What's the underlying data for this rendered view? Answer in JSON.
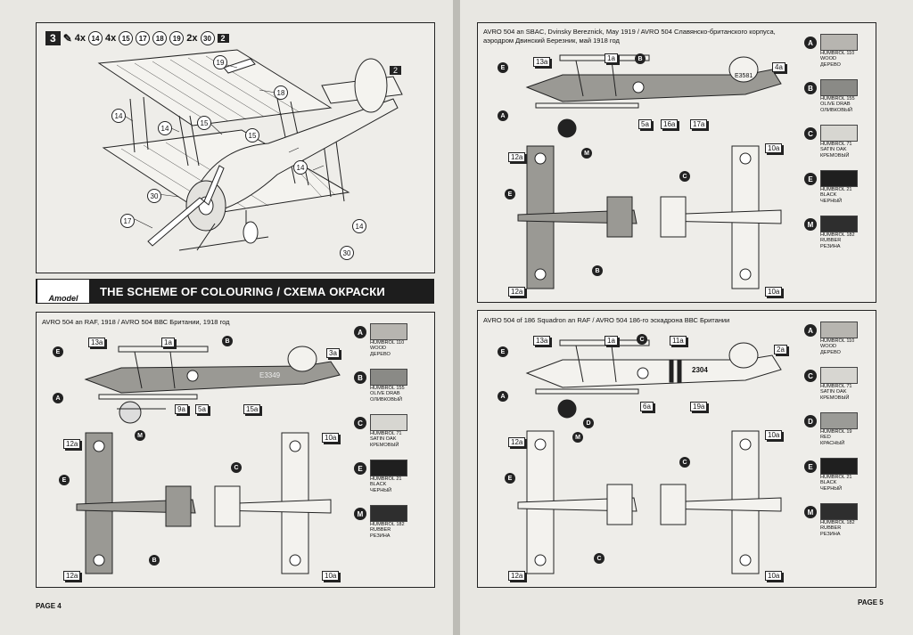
{
  "pages": {
    "left_label": "PAGE 4",
    "right_label": "PAGE 5"
  },
  "step": {
    "number": "3",
    "parts_line": [
      {
        "qty": "4x",
        "parts": [
          "14"
        ]
      },
      {
        "qty": "4x",
        "parts": [
          "15",
          "17",
          "18",
          "19"
        ]
      },
      {
        "qty": "2x",
        "parts": [
          "30"
        ]
      }
    ],
    "end_badge": "2",
    "diagram_callouts": [
      "19",
      "18",
      "14",
      "15",
      "15",
      "14",
      "14",
      "17",
      "30",
      "30",
      "14"
    ],
    "diagram_badge": "2"
  },
  "scheme": {
    "logo": "Amodel",
    "title": "THE SCHEME OF COLOURING / СХЕМА ОКРАСКИ"
  },
  "schemes": [
    {
      "id": "rfc-1918",
      "caption": "AVRO 504 an RAF, 1918 / AVRO 504 ВВС Британии, 1918 год",
      "serial": "E3349",
      "legend": [
        {
          "key": "A",
          "line1": "HUMBROL 110",
          "line2": "WOOD",
          "line3": "ДЕРЕВО",
          "color": "#b7b5b0"
        },
        {
          "key": "B",
          "line1": "HUMBROL 155",
          "line2": "OLIVE DRAB",
          "line3": "ОЛИВКОВЫЙ",
          "color": "#8a8a86"
        },
        {
          "key": "C",
          "line1": "HUMBROL 71",
          "line2": "SATIN OAK",
          "line3": "КРЕМОВЫЙ",
          "color": "#d7d6d1"
        },
        {
          "key": "E",
          "line1": "HUMBROL 21",
          "line2": "BLACK",
          "line3": "ЧЕРНЫЙ",
          "color": "#1f1f1f"
        },
        {
          "key": "M",
          "line1": "HUMBROL 182",
          "line2": "RUBBER",
          "line3": "РЕЗИНА",
          "color": "#2e2e2e"
        }
      ],
      "decals": [
        "13a",
        "1a",
        "3a",
        "9a",
        "5a",
        "15a",
        "12a",
        "10a",
        "12a",
        "10a"
      ]
    },
    {
      "id": "sbac-1919",
      "caption": "AVRO 504 an SBAC, Dvinsky Bereznick, May 1919 / AVRO 504 Славянско-британского корпуса, аэродром Двинский Березник, май 1918 год",
      "serial": "E3581",
      "legend": [
        {
          "key": "A",
          "line1": "HUMBROL 110",
          "line2": "WOOD",
          "line3": "ДЕРЕВО",
          "color": "#b7b5b0"
        },
        {
          "key": "B",
          "line1": "HUMBROL 155",
          "line2": "OLIVE DRAB",
          "line3": "ОЛИВКОВЫЙ",
          "color": "#8a8a86"
        },
        {
          "key": "C",
          "line1": "HUMBROL 71",
          "line2": "SATIN OAK",
          "line3": "КРЕМОВЫЙ",
          "color": "#d7d6d1"
        },
        {
          "key": "E",
          "line1": "HUMBROL 21",
          "line2": "BLACK",
          "line3": "ЧЕРНЫЙ",
          "color": "#1f1f1f"
        },
        {
          "key": "M",
          "line1": "HUMBROL 182",
          "line2": "RUBBER",
          "line3": "РЕЗИНА",
          "color": "#2e2e2e"
        }
      ],
      "decals": [
        "13a",
        "1a",
        "4a",
        "5a",
        "16a",
        "17a",
        "12a",
        "10a",
        "12a",
        "10a"
      ]
    },
    {
      "id": "186-squadron",
      "caption": "AVRO 504 of 186 Squadron an RAF / AVRO 504 186-го эскадрона ВВС Британии",
      "serial": "2304",
      "legend": [
        {
          "key": "A",
          "line1": "HUMBROL 110",
          "line2": "WOOD",
          "line3": "ДЕРЕВО",
          "color": "#b7b5b0"
        },
        {
          "key": "C",
          "line1": "HUMBROL 71",
          "line2": "SATIN OAK",
          "line3": "КРЕМОВЫЙ",
          "color": "#d7d6d1"
        },
        {
          "key": "D",
          "line1": "HUMBROL 19",
          "line2": "RED",
          "line3": "КРАСНЫЙ",
          "color": "#9b9b97"
        },
        {
          "key": "E",
          "line1": "HUMBROL 21",
          "line2": "BLACK",
          "line3": "ЧЕРНЫЙ",
          "color": "#1f1f1f"
        },
        {
          "key": "M",
          "line1": "HUMBROL 182",
          "line2": "RUBBER",
          "line3": "РЕЗИНА",
          "color": "#2e2e2e"
        }
      ],
      "decals": [
        "13a",
        "1a",
        "11a",
        "2a",
        "6a",
        "19a",
        "12a",
        "10a",
        "12a",
        "10a"
      ]
    }
  ]
}
